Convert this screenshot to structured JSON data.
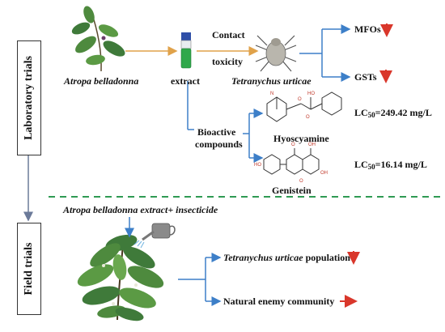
{
  "sections": {
    "laboratory": "Laboratory trials",
    "field": "Field trials"
  },
  "lab": {
    "plant": "Atropa belladonna",
    "extract": "extract",
    "contact_toxicity_line1": "Contact",
    "contact_toxicity_line2": "toxicity",
    "mite": "Tetranychus urticae",
    "mfos": "MFOs",
    "gsts": "GSTs",
    "bioactive_line1": "Bioactive",
    "bioactive_line2": "compounds",
    "compound1_name": "Hyoscyamine",
    "compound1_lc50": "=249.42 mg/L",
    "compound2_name": "Genistein",
    "compound2_lc50": "=16.14 mg/L",
    "lc_prefix": "LC",
    "lc_sub": "50"
  },
  "field": {
    "treatment": "Atropa belladonna extract+ insecticide",
    "result1_species": "Tetranychus urticae",
    "result1_rest": " population",
    "result2": "Natural enemy community"
  },
  "colors": {
    "down_arrow": "#d9372b",
    "bracket_arrow": "#3d7fc8",
    "flow_arrow": "#e0a24a",
    "divider": "#2f9a53",
    "plant_green": "#3f7a3a"
  }
}
